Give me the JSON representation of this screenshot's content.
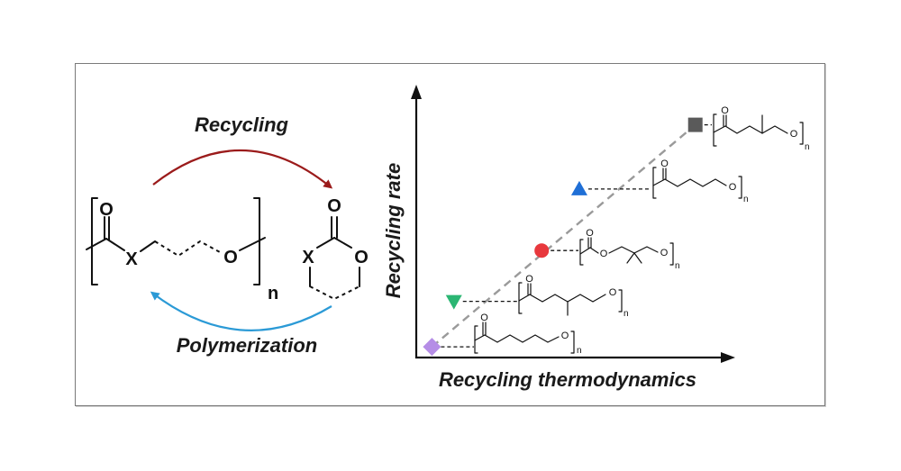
{
  "scheme": {
    "forward_label": "Recycling",
    "reverse_label": "Polymerization",
    "forward_color": "#9b1b1b",
    "reverse_color": "#2b9ad6",
    "polymer_atoms": {
      "carbonyl_o": "O",
      "heteroatom": "X",
      "ether_o": "O",
      "repeat": "n"
    },
    "monomer_atoms": {
      "carbonyl_o": "O",
      "heteroatom": "X",
      "ring_o": "O"
    }
  },
  "chart_data": {
    "type": "scatter",
    "xlabel": "Recycling thermodynamics",
    "ylabel": "Recycling rate",
    "xlim": [
      0,
      100
    ],
    "ylim": [
      0,
      100
    ],
    "grid": false,
    "trendline": {
      "style": "dashed",
      "color": "#9a9a9a"
    },
    "points": [
      {
        "marker": "diamond",
        "color": "#b58de6",
        "x": 5,
        "y": 4
      },
      {
        "marker": "triangle-down",
        "color": "#2bb673",
        "x": 12,
        "y": 21
      },
      {
        "marker": "circle",
        "color": "#e8383d",
        "x": 40,
        "y": 40
      },
      {
        "marker": "triangle-up",
        "color": "#1f6fd6",
        "x": 52,
        "y": 63
      },
      {
        "marker": "square",
        "color": "#5a5a5a",
        "x": 89,
        "y": 87
      }
    ],
    "structure_labels": {
      "carbonyl_o": "O",
      "ether_o": "O",
      "repeat": "n"
    }
  }
}
